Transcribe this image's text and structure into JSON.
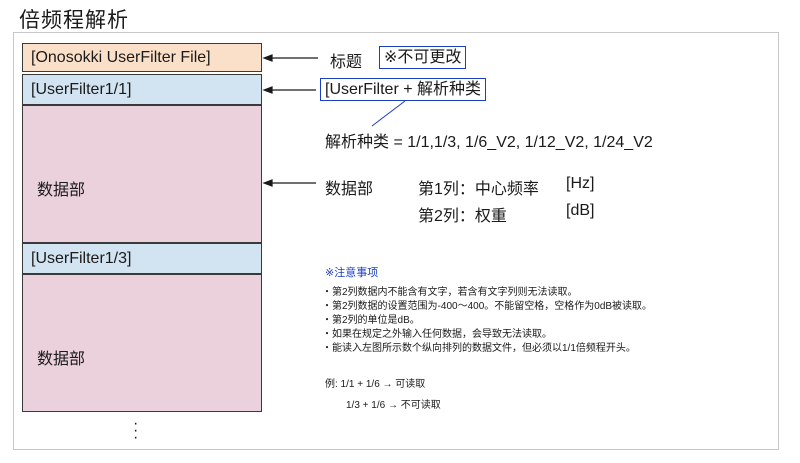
{
  "title": "倍频程解析",
  "blocks": {
    "title_row": "[Onosokki UserFilter File]",
    "uf1": "[UserFilter1/1]",
    "data1": "数据部",
    "uf3": "[UserFilter1/3]",
    "data2": "数据部",
    "more": "⋮"
  },
  "annotations": {
    "title_label": "标题",
    "title_note": "※不可更改",
    "uf_format": "[UserFilter + 解析种类",
    "analysis_types": "解析种类 = 1/1,1/3, 1/6_V2, 1/12_V2, 1/24_V2",
    "data_label": "数据部",
    "col1_label": "第1列：中心频率",
    "col1_unit": "[Hz]",
    "col2_label": "第2列：权重",
    "col2_unit": "[dB]"
  },
  "notes": {
    "heading": "※注意事项",
    "items": [
      "第2列数据内不能含有文字，若含有文字列则无法读取。",
      "第2列数据的设置范围为-400～400。不能留空格，空格作为0dB被读取。",
      "第2列的单位是dB。",
      "如果在规定之外输入任何数据，会导致无法读取。",
      "能读入左图所示数个纵向排列的数据文件，但必须以1/1倍频程开头。"
    ],
    "example_1": "例:  1/1 + 1/6 → 可读取",
    "example_2": "1/3 + 1/6 → 不可读取"
  },
  "colors": {
    "title_block": "#fbe0c9",
    "userfilter_block": "#d2e3f1",
    "data_block": "#ead1dc",
    "accent_blue": "#1b3fc4"
  }
}
